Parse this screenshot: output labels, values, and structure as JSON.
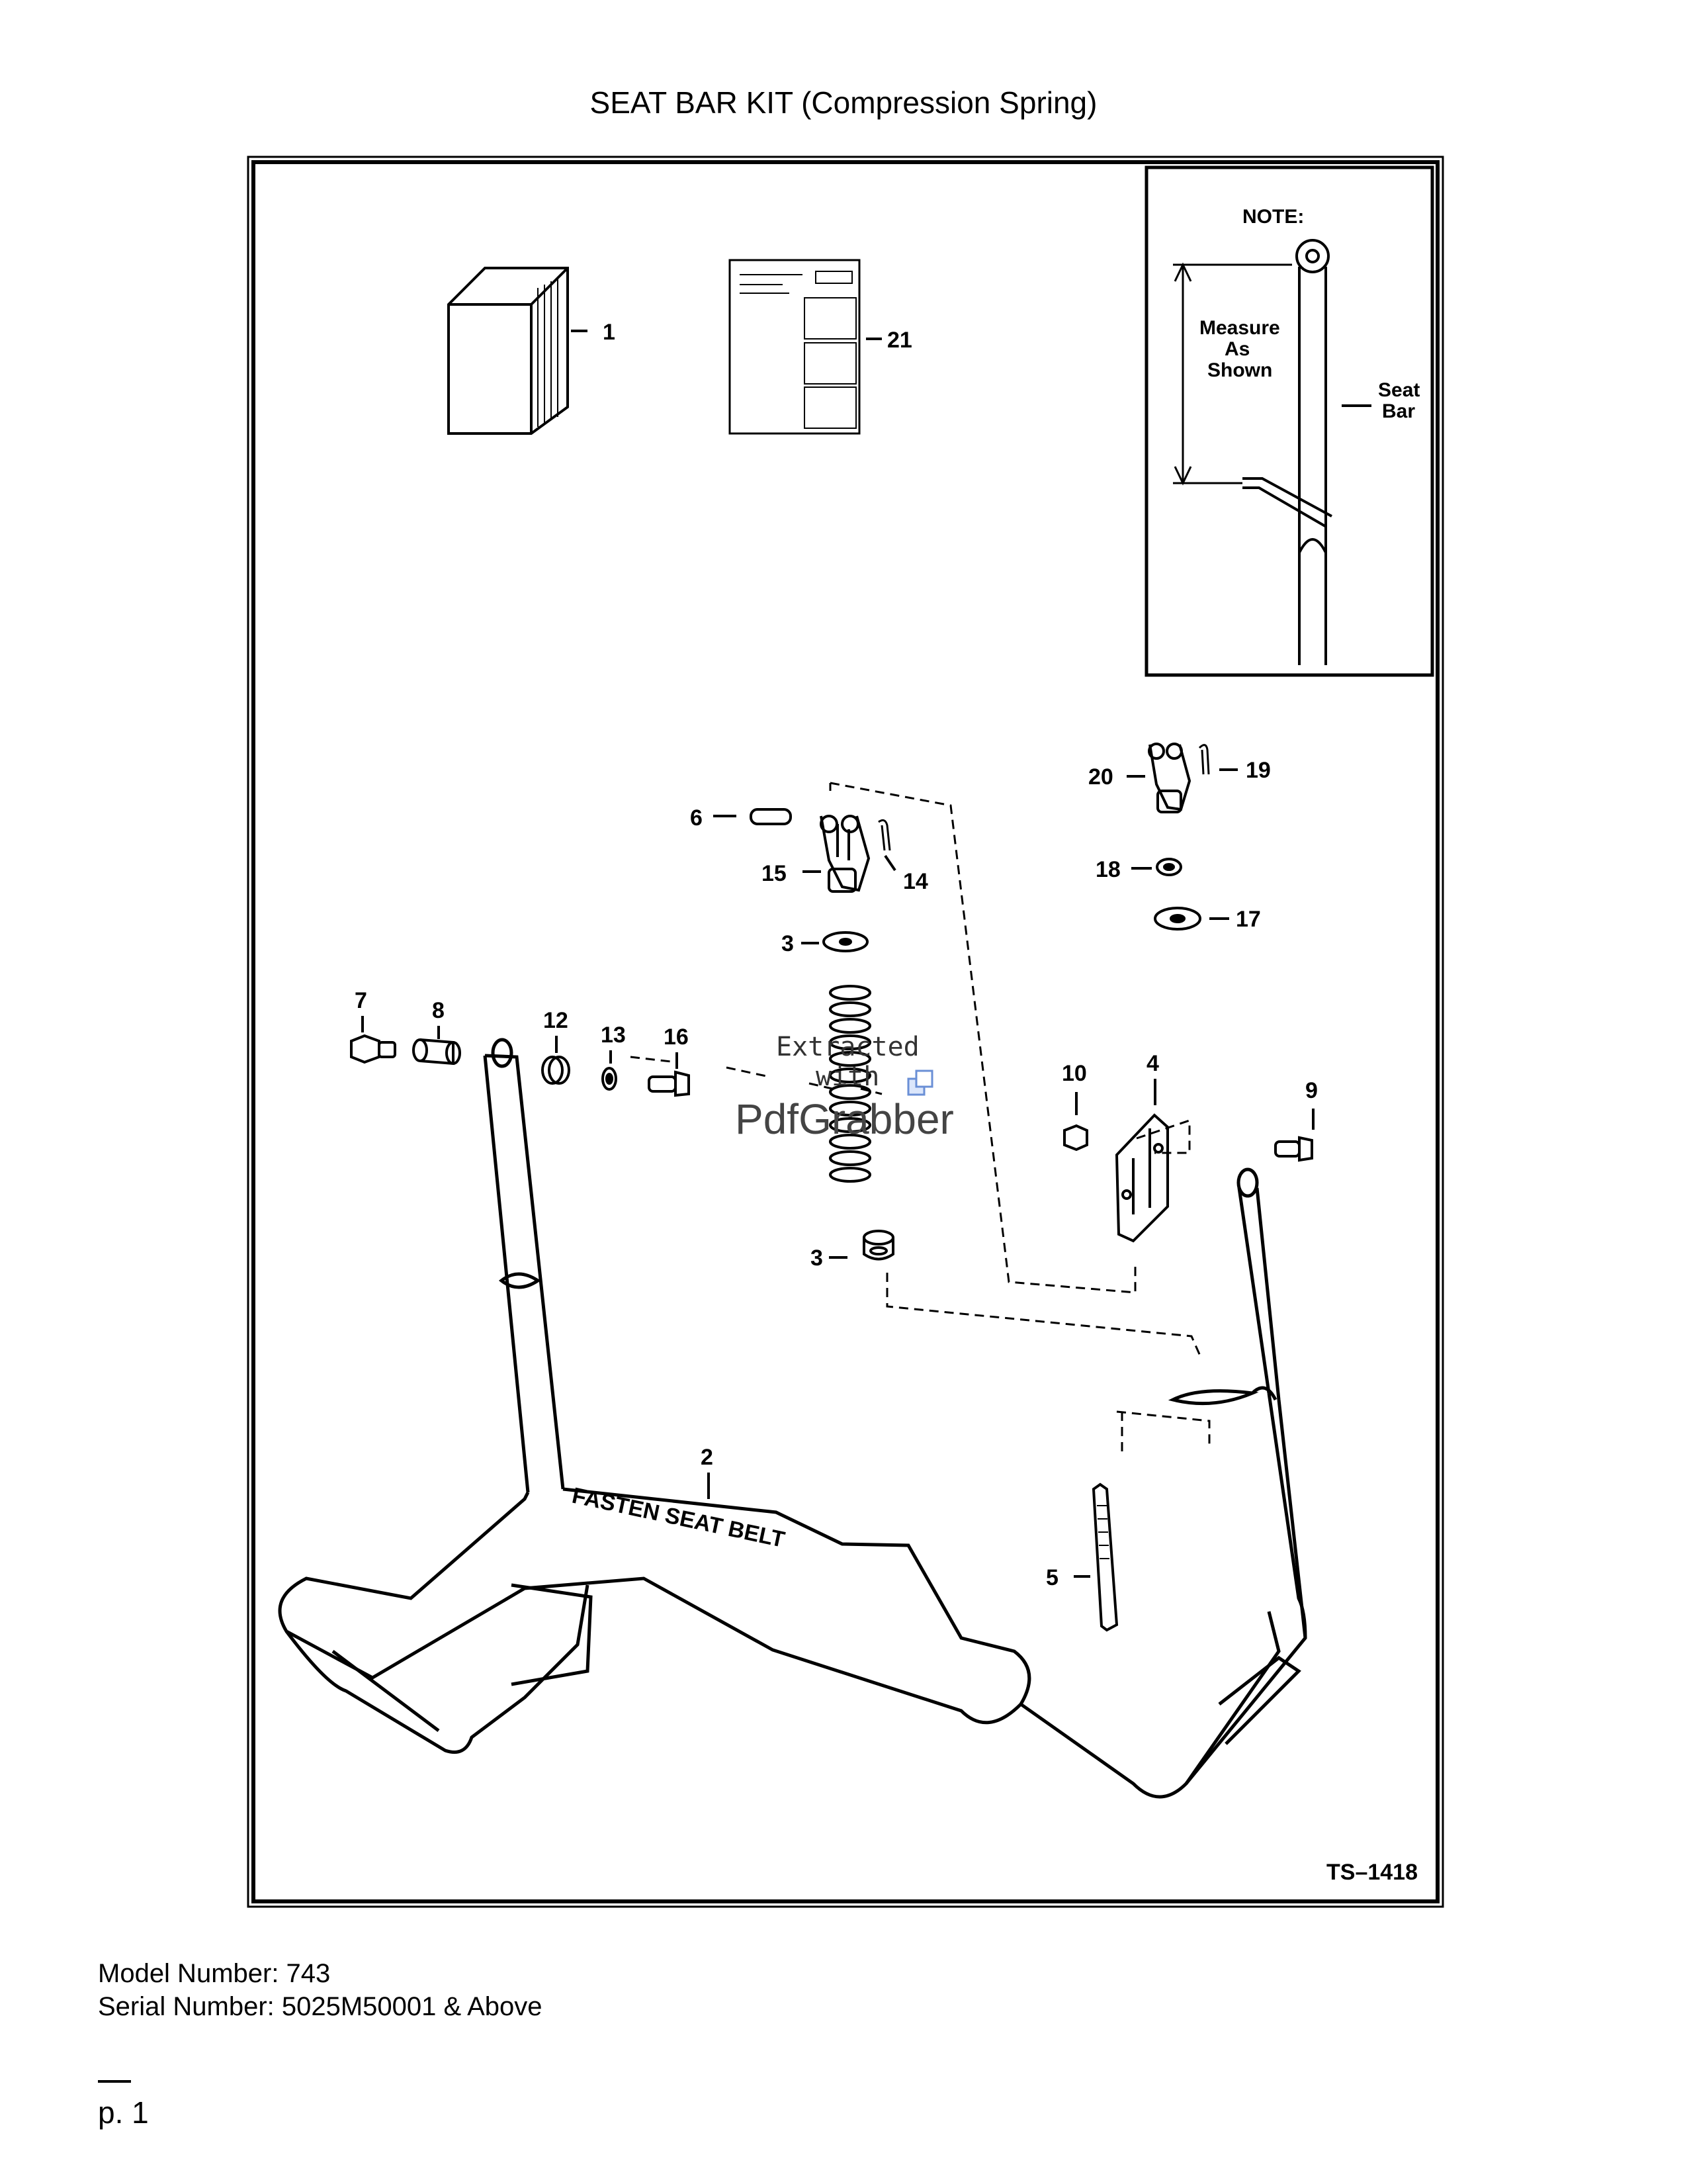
{
  "page": {
    "title": "SEAT BAR KIT (Compression Spring)",
    "model_number": "Model Number: 743",
    "serial_number": "Serial Number: 5025M50001 & Above",
    "page_label": "p. 1"
  },
  "diagram": {
    "drawing_id": "TS–1418",
    "callouts": {
      "c1": "1",
      "c2": "2",
      "c3a": "3",
      "c3b": "3",
      "c4": "4",
      "c5": "5",
      "c6": "6",
      "c7": "7",
      "c8": "8",
      "c9": "9",
      "c10": "10",
      "c12": "12",
      "c13": "13",
      "c14": "14",
      "c15": "15",
      "c16": "16",
      "c17": "17",
      "c18": "18",
      "c19": "19",
      "c20": "20",
      "c21": "21"
    },
    "note": {
      "heading": "NOTE:",
      "measure_line1": "Measure",
      "measure_line2": "As",
      "measure_line3": "Shown",
      "seat_line1": "Seat",
      "seat_line2": "Bar"
    },
    "decal_text": "FASTEN SEAT BELT"
  },
  "watermark": {
    "line1": "Extracted",
    "line2": "with",
    "brand": "PdfGrabber"
  }
}
